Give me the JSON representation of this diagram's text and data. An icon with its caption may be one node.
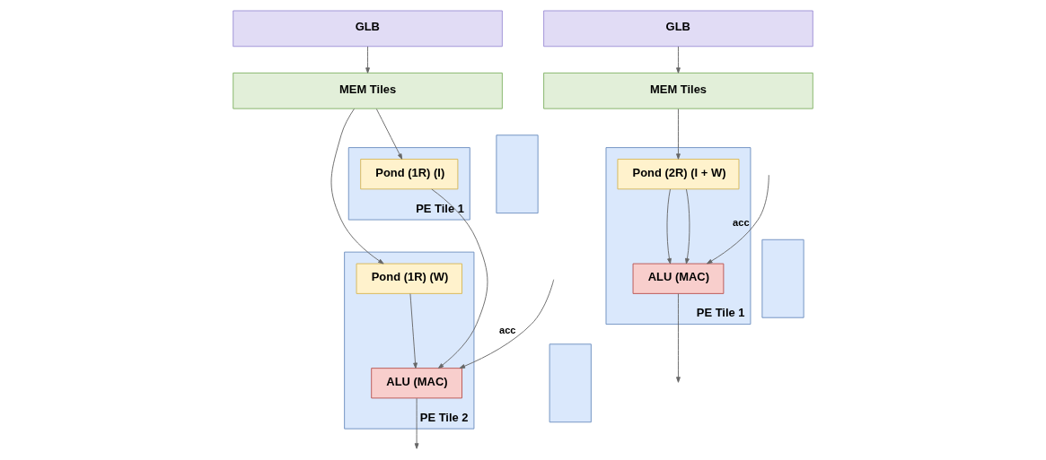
{
  "diagram": {
    "nodes": [
      {
        "text": [
          "GLB"
        ]
      },
      {
        "text": [
          "MEM Tiles"
        ]
      },
      {
        "text": [
          "PE Tile 1"
        ]
      },
      {
        "text": [
          "Pond (1R) (I)"
        ],
        "in": 2
      },
      {
        "text": [],
        "shape": "box"
      },
      {
        "text": [
          "PE Tile 2"
        ]
      },
      {
        "text": [
          "Pond (1R) (W)"
        ],
        "in": 5
      },
      {
        "text": [
          "ALU (MAC)"
        ],
        "in": 5
      },
      {
        "text": [],
        "shape": "box"
      },
      {
        "text": [
          "GLB"
        ]
      },
      {
        "text": [
          "MEM Tiles"
        ]
      },
      {
        "text": [
          "PE Tile 1"
        ]
      },
      {
        "text": [
          "Pond (2R) (I + W)"
        ],
        "in": 11
      },
      {
        "text": [
          "ALU (MAC)"
        ],
        "in": 11
      },
      {
        "text": [],
        "shape": "box"
      }
    ],
    "edges": [
      {
        "from": 0,
        "to": 1,
        "arrow": "to"
      },
      {
        "from": 1,
        "to": 3,
        "arrow": "to"
      },
      {
        "from": 1,
        "to": 6,
        "arrow": "to"
      },
      {
        "from": 3,
        "to": 7,
        "arrow": "to"
      },
      {
        "from": 6,
        "to": 7,
        "arrow": "to"
      },
      {
        "from": null,
        "to": 7,
        "arrow": "to",
        "label": "acc"
      },
      {
        "from": 7,
        "to": null,
        "arrow": "to"
      },
      {
        "from": 9,
        "to": 10,
        "arrow": "to"
      },
      {
        "from": 10,
        "to": 12,
        "arrow": "to"
      },
      {
        "from": 12,
        "to": 13,
        "arrow": "to"
      },
      {
        "from": 12,
        "to": 13,
        "arrow": "to"
      },
      {
        "from": null,
        "to": 13,
        "arrow": "to",
        "label": "acc"
      },
      {
        "from": 13,
        "to": null,
        "arrow": "to"
      }
    ]
  }
}
